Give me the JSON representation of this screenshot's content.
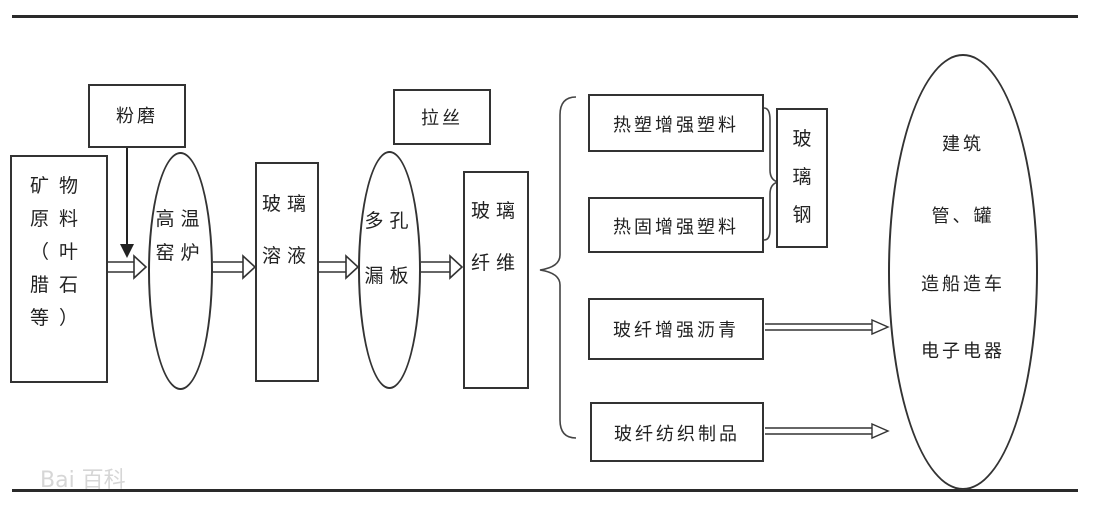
{
  "nodes": {
    "ore": "矿物\n原料\n（叶\n腊石\n等）",
    "grind": "粉磨",
    "kiln": "高温\n窑炉",
    "melt": "玻璃\n溶液",
    "bushing": "多孔\n漏板",
    "draw": "拉丝",
    "fiber": "玻璃\n纤维",
    "thermoplastic": "热塑增强塑料",
    "thermoset": "热固增强塑料",
    "frp": "玻\n璃\n钢",
    "asphalt": "玻纤增强沥青",
    "textile": "玻纤纺织制品"
  },
  "applications": [
    "建筑",
    "管、罐",
    "造船造车",
    "电子电器"
  ],
  "watermark": "Bai 百科"
}
